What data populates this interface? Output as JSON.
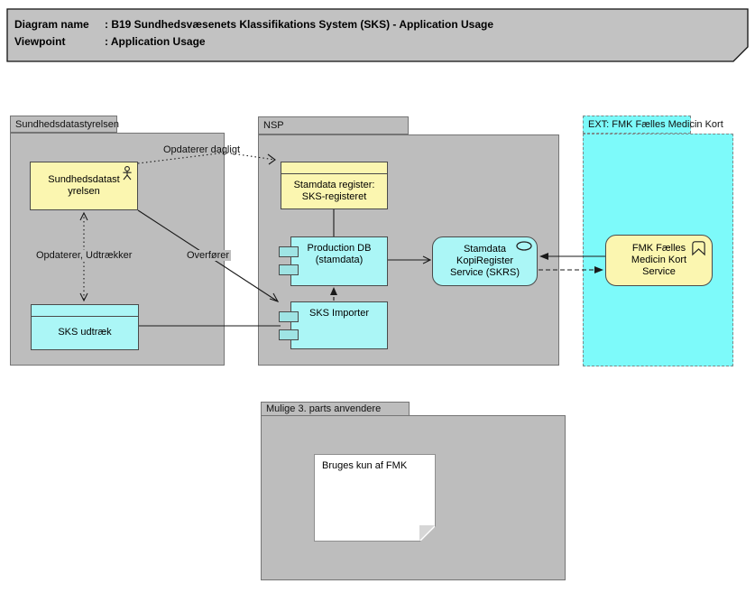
{
  "header": {
    "rows": [
      {
        "label": "Diagram name",
        "value": ": B19 Sundhedsvæsenets Klassifikations System (SKS) - Application Usage"
      },
      {
        "label": "Viewpoint",
        "value": ": Application Usage"
      }
    ]
  },
  "groups": {
    "sundhedsdatastyrelsen": {
      "label": "Sundhedsdatastyrelsen"
    },
    "nsp": {
      "label": "NSP"
    },
    "ext_fmk": {
      "label": "EXT: FMK Fælles Medicin Kort"
    },
    "mulige_parts": {
      "label": "Mulige 3. parts anvendere"
    }
  },
  "nodes": {
    "sundhedsdatastyrelsen_actor": {
      "label": "Sundhedsdatastyrelsen",
      "type": "business-actor",
      "icon": "actor-icon"
    },
    "sks_udtraek": {
      "label": "SKS udtræk",
      "type": "data-object"
    },
    "stamdata_register": {
      "label": "Stamdata register: SKS-registeret",
      "type": "data-object"
    },
    "production_db": {
      "label": "Production DB (stamdata)",
      "type": "application-component"
    },
    "sks_importer": {
      "label": "SKS Importer",
      "type": "application-component"
    },
    "skrs_service": {
      "label": "Stamdata KopiRegister Service (SKRS)",
      "type": "application-service",
      "icon": "service-oval-icon"
    },
    "fmk_service": {
      "label": "FMK Fælles Medicin Kort Service",
      "type": "application-service",
      "icon": "chevron-banner-icon"
    }
  },
  "edges": {
    "opdaterer_dagligt": {
      "label": "Opdaterer dagligt",
      "style": "dotted, open arrowhead"
    },
    "opdaterer_udtraekker": {
      "label": "Opdaterer, Udtrækker",
      "style": "dotted, open arrowheads both ends"
    },
    "overfoerer": {
      "label": "Overfører",
      "style": "solid, open arrowhead"
    },
    "sks_udtraek_to_importer": {
      "label": "",
      "style": "solid line"
    },
    "register_to_db": {
      "label": "",
      "style": "solid line"
    },
    "importer_to_db": {
      "label": "",
      "style": "dashed, filled arrowhead"
    },
    "db_to_skrs": {
      "label": "",
      "style": "solid, open arrowhead"
    },
    "fmk_to_skrs": {
      "label": "",
      "style": "solid, filled arrowhead"
    },
    "skrs_to_fmk": {
      "label": "",
      "style": "dashed, filled arrowhead"
    }
  },
  "note": {
    "text": "Bruges kun af FMK"
  },
  "colors": {
    "header_gray": "#c2c2c2",
    "group_gray": "#bdbdbd",
    "element_yellow": "#fbf6b0",
    "element_cyan": "#abf6f6",
    "component_tab_cyan": "#9fe4e4",
    "ext_group_cyan": "#7dfafa",
    "note_white": "#ffffff",
    "line_color": "#1a1a1a"
  }
}
